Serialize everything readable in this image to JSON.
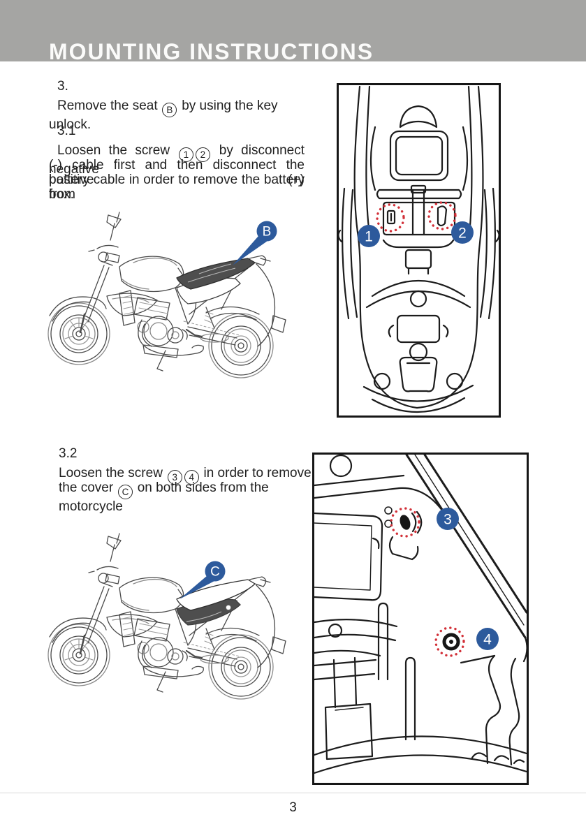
{
  "header": {
    "title": "MOUNTING INSTRUCTIONS"
  },
  "page_number": "3",
  "colors": {
    "header_bg": "#a5a5a3",
    "header_fg": "#fbfbfa",
    "accent_blue": "#2d5a9c",
    "dot_red": "#d23038",
    "ink": "#1f1f1f",
    "seat_fill": "#4e4e4e"
  },
  "steps": [
    {
      "number": "3.",
      "lines": [
        {
          "indent": true,
          "segments": [
            {
              "t": "Remove the seat "
            },
            {
              "c": "B"
            },
            {
              "t": " by using the key unlock."
            }
          ]
        }
      ]
    },
    {
      "number": "3.1",
      "lines": [
        {
          "indent": true,
          "justify": true,
          "segments": [
            {
              "t": "Loosen the screw "
            },
            {
              "c": "1"
            },
            {
              "c": "2"
            },
            {
              "t": " by disconnect negative"
            }
          ]
        },
        {
          "justify": true,
          "segments": [
            {
              "t": "(-) cable first and then disconnect the positive (+)"
            }
          ]
        },
        {
          "justify": true,
          "segments": [
            {
              "t": "battery cable in order to remove the battery from"
            }
          ]
        },
        {
          "segments": [
            {
              "t": "box."
            }
          ]
        }
      ]
    },
    {
      "number": "3.2",
      "lines": [
        {
          "segments": [
            {
              "t": "Loosen the screw "
            },
            {
              "c": "3"
            },
            {
              "c": "4"
            },
            {
              "t": " in order to remove"
            }
          ]
        },
        {
          "segments": [
            {
              "t": "the cover "
            },
            {
              "c": "C"
            },
            {
              "t": "  on both sides from the motorcycle"
            }
          ]
        }
      ]
    }
  ],
  "figures": {
    "moto_seat": {
      "callout": "B"
    },
    "rear_top_view": {
      "callout_1": "1",
      "callout_2": "2"
    },
    "moto_cover": {
      "callout": "C"
    },
    "frame_closeup": {
      "callout_3": "3",
      "callout_4": "4"
    }
  }
}
